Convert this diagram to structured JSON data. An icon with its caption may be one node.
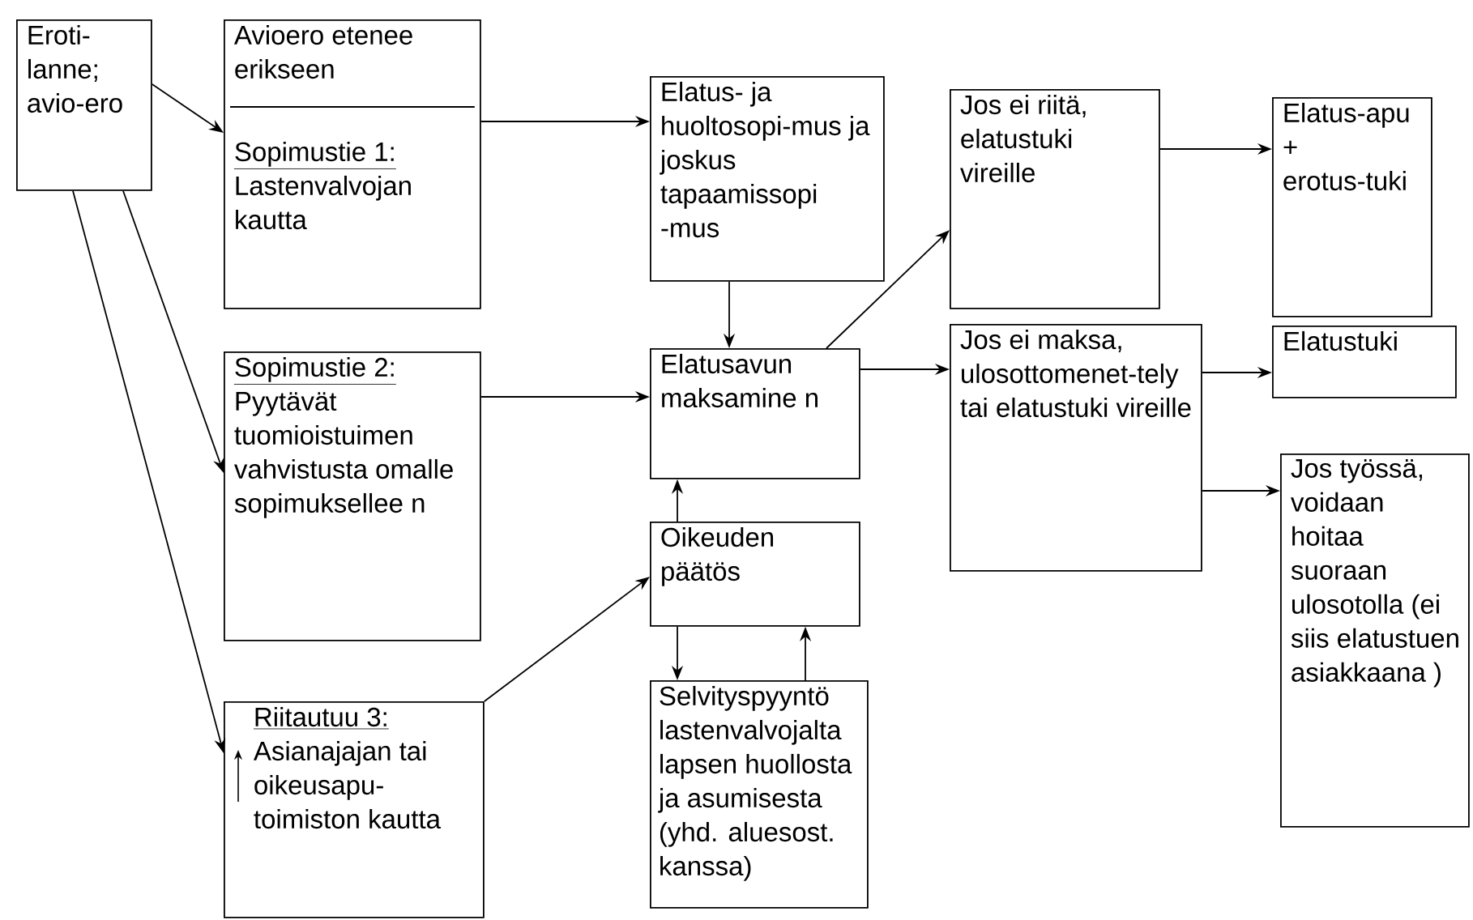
{
  "diagram": {
    "nodes": [
      {
        "text": [
          "Eroti-lanne; avio-ero"
        ]
      },
      {
        "text": [
          "Avioero etenee erikseen",
          "Sopimustie 1:",
          "Lastenvalvojan kautta"
        ]
      },
      {
        "text": [
          "Elatus- ja huoltosopi-mus ja joskus tapaamissopi -mus"
        ]
      },
      {
        "text": [
          "Sopimustie 2:",
          "Pyytävät tuomioistuimen vahvistusta omalle sopimuksellee n"
        ]
      },
      {
        "text": [
          "Elatusavun maksamine n"
        ]
      },
      {
        "text": [
          "Oikeuden päätös"
        ]
      },
      {
        "text": [
          "Selvityspyyntö lastenvalvojalta lapsen huollosta ja asumisesta (yhd. aluesost. kanssa)"
        ]
      },
      {
        "text": [
          "Riitautuu 3:",
          "Asianajajan tai oikeusapu-toimiston kautta"
        ]
      },
      {
        "text": [
          "Jos ei riitä, elatustuki vireille"
        ]
      },
      {
        "text": [
          "Jos ei maksa, ulosottomenet-tely tai elatustuki vireille"
        ]
      },
      {
        "text": [
          "Elatus-apu + erotus-tuki"
        ]
      },
      {
        "text": [
          "Elatustuki"
        ]
      },
      {
        "text": [
          "Jos työssä, voidaan hoitaa suoraan ulosotolla (ei siis elatustuen asiakkaana )"
        ]
      }
    ],
    "edges": [
      {
        "from": 0,
        "to": 1,
        "arrow": "to"
      },
      {
        "from": 1,
        "to": 2,
        "arrow": "to"
      },
      {
        "from": 0,
        "to": 3,
        "arrow": "to"
      },
      {
        "from": 0,
        "to": 7,
        "arrow": "to"
      },
      {
        "from": 3,
        "to": 4,
        "arrow": "to"
      },
      {
        "from": 2,
        "to": 4,
        "arrow": "to"
      },
      {
        "from": 5,
        "to": 4,
        "arrow": "to"
      },
      {
        "from": 5,
        "to": 6,
        "arrow": "to"
      },
      {
        "from": 6,
        "to": 5,
        "arrow": "to"
      },
      {
        "from": 7,
        "to": 5,
        "arrow": "to"
      },
      {
        "from": 4,
        "to": 8,
        "arrow": "to"
      },
      {
        "from": 4,
        "to": 9,
        "arrow": "to"
      },
      {
        "from": 8,
        "to": 10,
        "arrow": "to"
      },
      {
        "from": 9,
        "to": 11,
        "arrow": "to"
      },
      {
        "from": 9,
        "to": 12,
        "arrow": "to"
      }
    ]
  }
}
